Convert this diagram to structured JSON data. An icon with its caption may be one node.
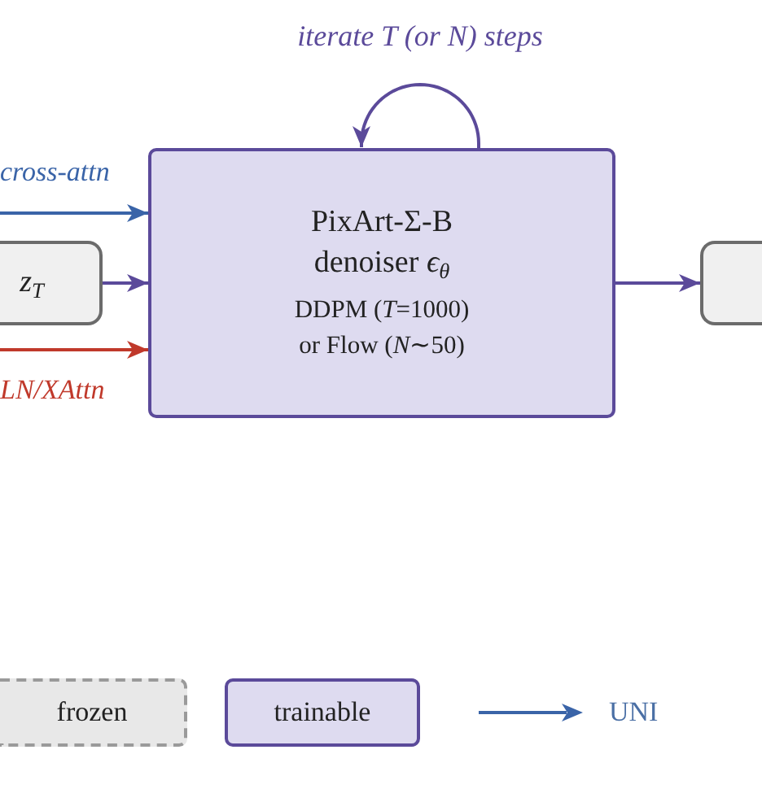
{
  "diagram": {
    "nodes": [
      {
        "text": [
          "PixArt-Σ-B denoiser *ϵ*$_{θ}$",
          "DDPM (*T*=1000) or Flow (*N*∼50)"
        ]
      },
      {
        "text": [
          "z$_{T}$"
        ]
      },
      {
        "text": [],
        "shape": "box"
      }
    ],
    "edges": [
      {
        "from": 0,
        "to": 0,
        "arrow": "to",
        "label": "iterate T (or N) steps"
      },
      {
        "from": null,
        "to": 0,
        "arrow": "to",
        "label": "cross-attn",
        "color": "#3a64a8"
      },
      {
        "from": 1,
        "to": 0,
        "arrow": "to"
      },
      {
        "from": null,
        "to": 0,
        "arrow": "to",
        "label": "LN/XAttn",
        "color": "#c0392b"
      },
      {
        "from": 0,
        "to": 2,
        "arrow": "to"
      }
    ],
    "legend": [
      {
        "text": "frozen",
        "color": "#e8e8e8"
      },
      {
        "text": "trainable",
        "color": "#dedbf0"
      },
      {
        "text": "UNI"
      }
    ]
  }
}
